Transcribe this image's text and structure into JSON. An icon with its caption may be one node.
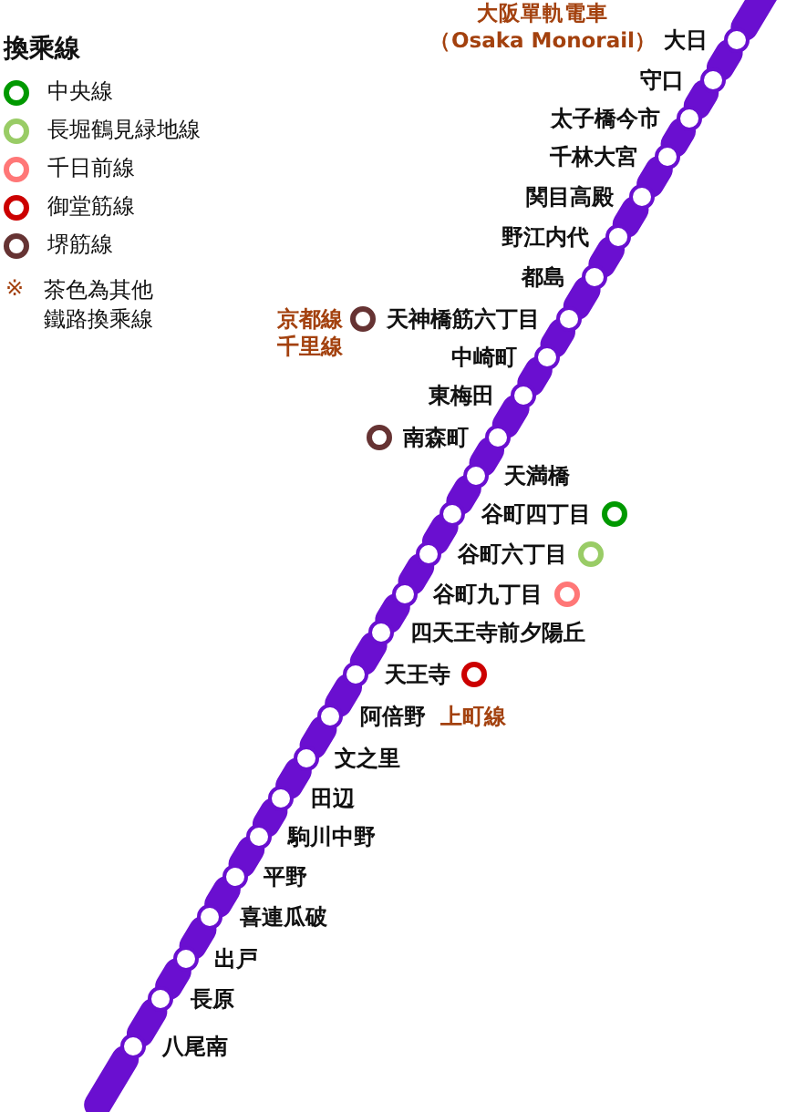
{
  "diagram": {
    "nodes": [
      {
        "text": [
          "大日"
        ],
        "beside": [
          "大阪單軌電車",
          "（Osaka Monorail）"
        ]
      },
      {
        "text": [
          "守口"
        ]
      },
      {
        "text": [
          "太子橋今市"
        ]
      },
      {
        "text": [
          "千林大宮"
        ]
      },
      {
        "text": [
          "関目高殿"
        ]
      },
      {
        "text": [
          "野江内代"
        ]
      },
      {
        "text": [
          "都島"
        ]
      },
      {
        "text": [
          "天神橋筋六丁目"
        ],
        "beside": [
          "京都線",
          "千里線"
        ]
      },
      {
        "text": [
          "中崎町"
        ]
      },
      {
        "text": [
          "東梅田"
        ]
      },
      {
        "text": [
          "南森町"
        ]
      },
      {
        "text": [
          "天満橋"
        ]
      },
      {
        "text": [
          "谷町四丁目"
        ]
      },
      {
        "text": [
          "谷町六丁目"
        ]
      },
      {
        "text": [
          "谷町九丁目"
        ]
      },
      {
        "text": [
          "四天王寺前夕陽丘"
        ]
      },
      {
        "text": [
          "天王寺"
        ]
      },
      {
        "text": [
          "阿倍野"
        ]
      },
      {
        "text": [
          "文之里"
        ]
      },
      {
        "text": [
          "田辺"
        ]
      },
      {
        "text": [
          "駒川中野"
        ]
      },
      {
        "text": [
          "平野"
        ]
      },
      {
        "text": [
          "喜連瓜破"
        ]
      },
      {
        "text": [
          "出戸"
        ]
      },
      {
        "text": [
          "長原"
        ]
      },
      {
        "text": [
          "八尾南"
        ]
      }
    ],
    "edges": [
      {
        "from": 0,
        "to": 1,
        "arrow": "none"
      },
      {
        "from": 1,
        "to": 2,
        "arrow": "none"
      },
      {
        "from": 2,
        "to": 3,
        "arrow": "none"
      },
      {
        "from": 3,
        "to": 4,
        "arrow": "none"
      },
      {
        "from": 4,
        "to": 5,
        "arrow": "none"
      },
      {
        "from": 5,
        "to": 6,
        "arrow": "none"
      },
      {
        "from": 6,
        "to": 7,
        "arrow": "none"
      },
      {
        "from": 7,
        "to": 8,
        "arrow": "none"
      },
      {
        "from": 8,
        "to": 9,
        "arrow": "none"
      },
      {
        "from": 9,
        "to": 10,
        "arrow": "none"
      },
      {
        "from": 10,
        "to": 11,
        "arrow": "none"
      },
      {
        "from": 11,
        "to": 12,
        "arrow": "none"
      },
      {
        "from": 12,
        "to": 13,
        "arrow": "none"
      },
      {
        "from": 13,
        "to": 14,
        "arrow": "none"
      },
      {
        "from": 14,
        "to": 15,
        "arrow": "none"
      },
      {
        "from": 15,
        "to": 16,
        "arrow": "none"
      },
      {
        "from": 16,
        "to": 17,
        "arrow": "none"
      },
      {
        "from": 17,
        "to": 18,
        "arrow": "none"
      },
      {
        "from": 18,
        "to": 19,
        "arrow": "none"
      },
      {
        "from": 19,
        "to": 20,
        "arrow": "none"
      },
      {
        "from": 20,
        "to": 21,
        "arrow": "none"
      },
      {
        "from": 21,
        "to": 22,
        "arrow": "none"
      },
      {
        "from": 22,
        "to": 23,
        "arrow": "none"
      },
      {
        "from": 23,
        "to": 24,
        "arrow": "none"
      },
      {
        "from": 24,
        "to": 25,
        "arrow": "none"
      }
    ],
    "labels": [
      "換乘線",
      "※",
      "茶色為其他鐵路換乘線",
      "上町線"
    ],
    "legend": [
      {
        "text": "中央線",
        "color": "#009900"
      },
      {
        "text": "長堀鶴見緑地線",
        "color": "#99cc66"
      },
      {
        "text": "千日前線",
        "color": "#ff7777"
      },
      {
        "text": "御堂筋線",
        "color": "#cc0000"
      },
      {
        "text": "堺筋線",
        "color": "#663333"
      }
    ]
  }
}
